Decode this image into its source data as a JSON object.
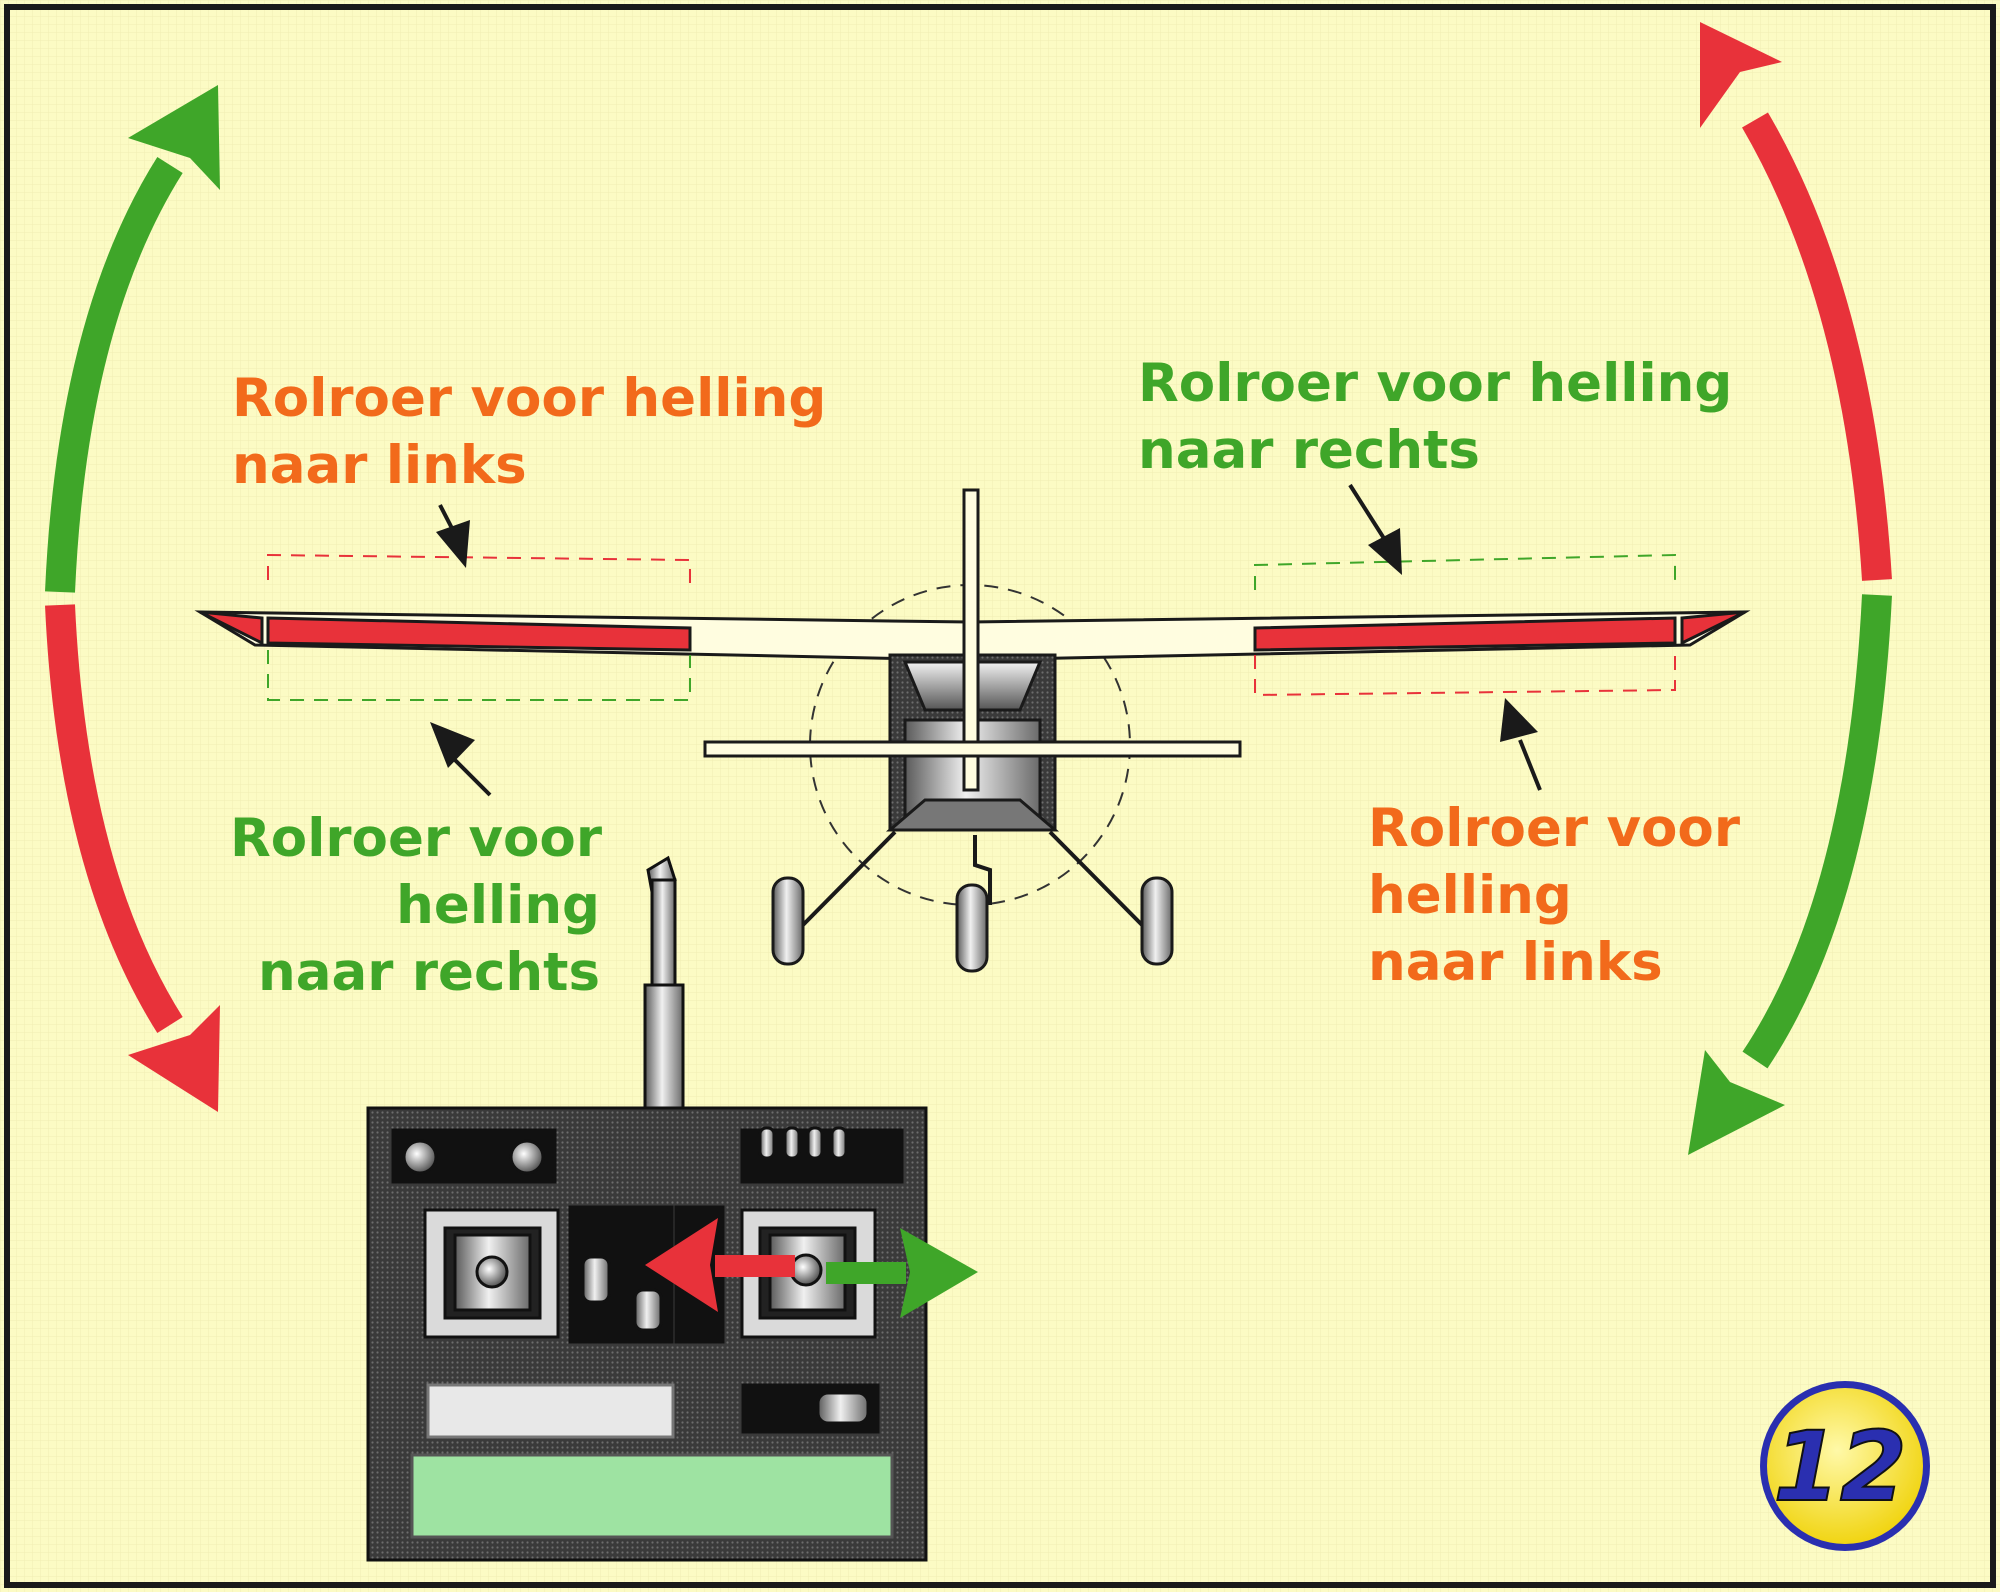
{
  "labels": {
    "top_left": [
      "Rolroer voor helling",
      "naar links"
    ],
    "top_right": [
      "Rolroer voor helling",
      "naar rechts"
    ],
    "bottom_left": [
      "Rolroer voor",
      "helling",
      "naar rechts"
    ],
    "bottom_right": [
      "Rolroer voor",
      "helling",
      "naar links"
    ]
  },
  "page_number": "12",
  "colors": {
    "background": "#fcfbc4",
    "green": "#3fa629",
    "orange": "#f26a1b",
    "red": "#e8323a",
    "frame": "#1a1a1a",
    "badge_ring": "#f5e12a",
    "badge_border": "#2a2fb0",
    "screen": "#9ee3a2"
  }
}
